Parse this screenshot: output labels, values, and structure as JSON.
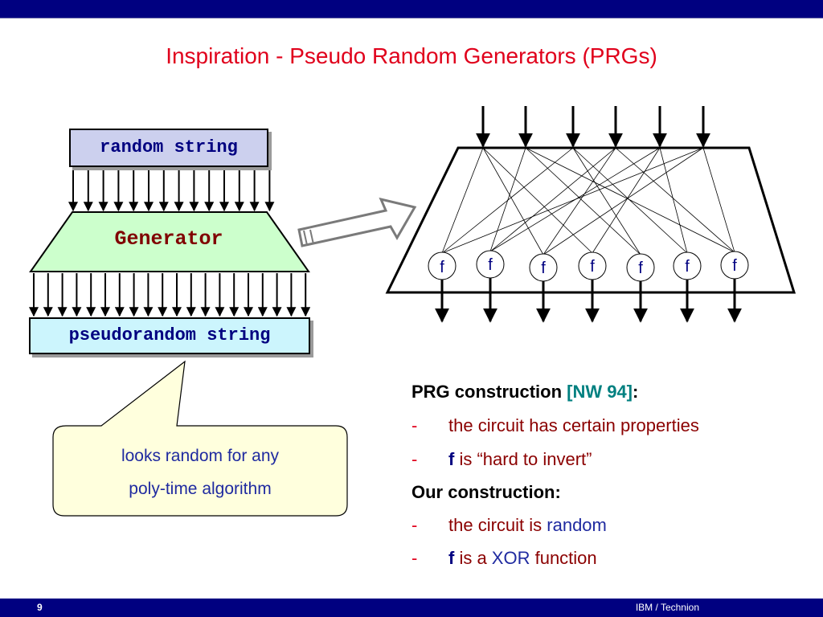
{
  "slide": {
    "title": "Inspiration - Pseudo Random Generators (PRGs)",
    "page_number": "9",
    "footer_org": "IBM / Technion"
  },
  "diagram": {
    "random_string": "random string",
    "generator": "Generator",
    "pseudorandom_string": "pseudorandom string",
    "callout_line1": "looks random for any",
    "callout_line2": "poly-time algorithm",
    "f_label": "f"
  },
  "text": {
    "prg_heading": "PRG construction ",
    "prg_ref": "[NW 94]",
    "prg_colon": ":",
    "dash": "-",
    "b1": "the circuit has certain properties",
    "b2_f": "f",
    "b2_rest": " is “hard to invert”",
    "our_heading": "Our construction:",
    "b3_a": "the circuit is ",
    "b3_b": "random",
    "b4_f": "f",
    "b4_a": " is a ",
    "b4_b": "XOR",
    "b4_c": " function"
  },
  "colors": {
    "title": "#e0001b",
    "bar": "#000080",
    "generator_fill": "#ccffcc",
    "random_string_fill": "#ccd0ee",
    "pseudorandom_fill": "#ccf5fd",
    "callout_fill": "#ffffdd"
  }
}
